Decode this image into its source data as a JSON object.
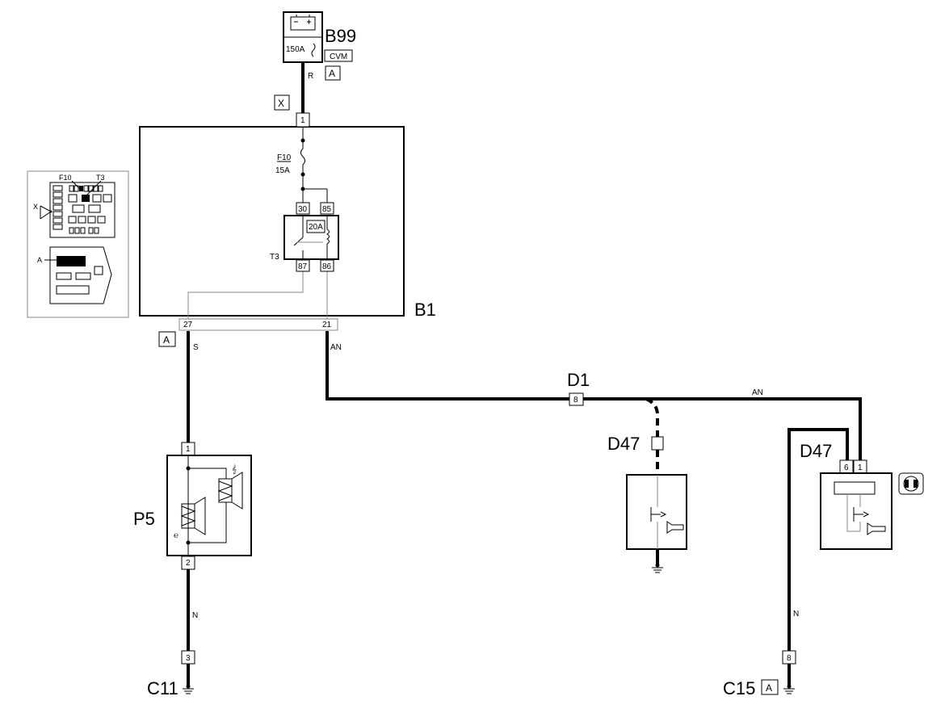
{
  "components": {
    "b99": {
      "code": "B99",
      "fuse": "150A",
      "tag": "CVM",
      "loc": "A"
    },
    "b1": {
      "code": "B1",
      "loc_top": "X",
      "loc_bottom": "A"
    },
    "f10": {
      "name": "F10",
      "rating": "15A"
    },
    "t3": {
      "name": "T3",
      "rating": "20A",
      "pins": {
        "p30": "30",
        "p85": "85",
        "p87": "87",
        "p86": "86"
      }
    },
    "p5": {
      "code": "P5"
    },
    "d1": {
      "code": "D1"
    },
    "d47_left": {
      "code": "D47"
    },
    "d47_right": {
      "code": "D47"
    },
    "c11": {
      "code": "C11"
    },
    "c15": {
      "code": "C15",
      "loc": "A"
    }
  },
  "pins": {
    "b1_in": "1",
    "b1_out_s": "27",
    "b1_out_an": "21",
    "p5_top": "1",
    "p5_bottom": "2",
    "c11": "3",
    "d1": "8",
    "d47r_a": "6",
    "d47r_b": "1",
    "c15": "8"
  },
  "wires": {
    "r": "R",
    "s": "S",
    "an_left": "AN",
    "an_right": "AN",
    "n_left": "N",
    "n_right": "N"
  },
  "inset": {
    "f10": "F10",
    "t3": "T3",
    "x": "X",
    "a": "A"
  }
}
